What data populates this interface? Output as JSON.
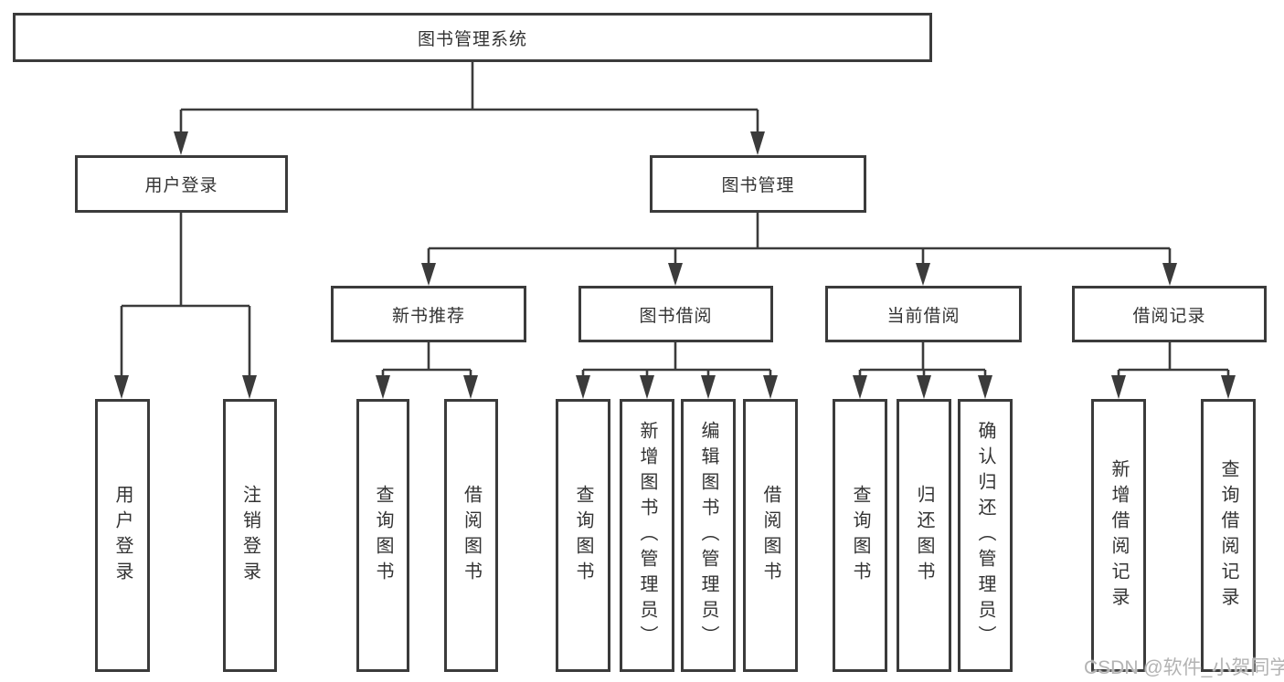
{
  "tree": {
    "label": "图书管理系统",
    "children": [
      {
        "label": "用户登录",
        "children": [
          {
            "label": "用户登录"
          },
          {
            "label": "注销登录"
          }
        ]
      },
      {
        "label": "图书管理",
        "children": [
          {
            "label": "新书推荐",
            "children": [
              {
                "label": "查询图书"
              },
              {
                "label": "借阅图书"
              }
            ]
          },
          {
            "label": "图书借阅",
            "children": [
              {
                "label": "查询图书"
              },
              {
                "label": "新增图书（管理员）"
              },
              {
                "label": "编辑图书（管理员）"
              },
              {
                "label": "借阅图书"
              }
            ]
          },
          {
            "label": "当前借阅",
            "children": [
              {
                "label": "查询图书"
              },
              {
                "label": "归还图书"
              },
              {
                "label": "确认归还（管理员）"
              }
            ]
          },
          {
            "label": "借阅记录",
            "children": [
              {
                "label": "新增借阅记录"
              },
              {
                "label": "查询借阅记录"
              }
            ]
          }
        ]
      }
    ]
  },
  "watermark": {
    "text": "CSDN @软件_小贺同学"
  },
  "colors": {
    "box_border": "#3b3b3b",
    "box_text": "#333333",
    "connector": "#3b3b3b",
    "watermark": "#b3b3b3",
    "background": "#ffffff"
  }
}
